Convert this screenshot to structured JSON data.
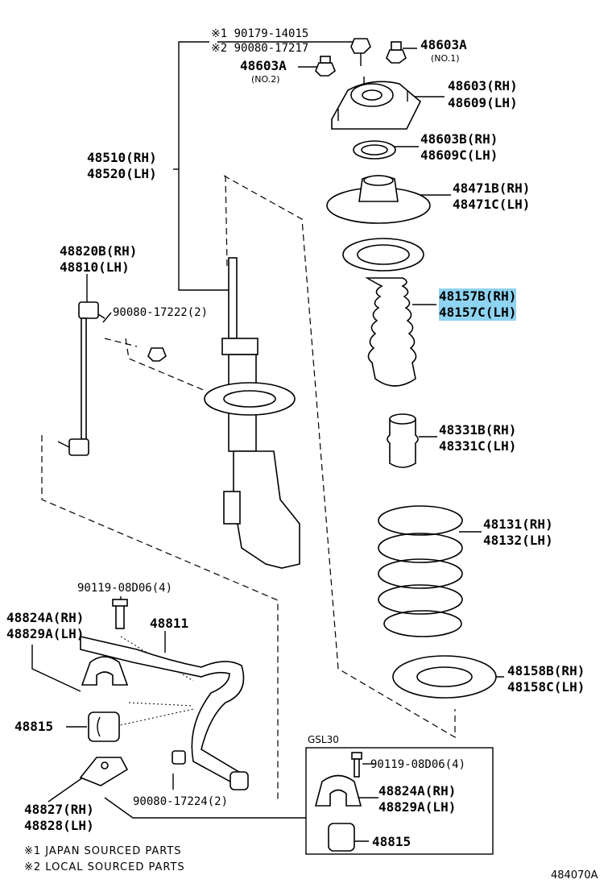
{
  "labels": {
    "nut_part_jp": "※1 90179-14015",
    "nut_part_local": "※2 90080-17217",
    "nut_603a_no1": "48603A",
    "nut_603a_no1_note": "(NO.1)",
    "nut_603a_no2": "48603A",
    "nut_603a_no2_note": "(NO.2)",
    "support_rh": "48603(RH)",
    "support_lh": "48609(LH)",
    "bearing_rh": "48603B(RH)",
    "bearing_lh": "48609C(LH)",
    "upper_seat_rh": "48471B(RH)",
    "upper_seat_lh": "48471C(LH)",
    "strut_rh": "48510(RH)",
    "strut_lh": "48520(LH)",
    "boot_rh": "48157B(RH)",
    "boot_lh": "48157C(LH)",
    "link_rh": "48820B(RH)",
    "link_lh": "48810(LH)",
    "link_nut": "90080-17222(2)",
    "bumper_rh": "48331B(RH)",
    "bumper_lh": "48331C(LH)",
    "spring_rh": "48131(RH)",
    "spring_lh": "48132(LH)",
    "bolt_left": "90119-08D06(4)",
    "stab_bar": "48811",
    "bracket_rh": "48824A(RH)",
    "bracket_lh": "48829A(LH)",
    "lower_insulator_rh": "48158B(RH)",
    "lower_insulator_lh": "48158C(LH)",
    "bushing_left": "48815",
    "gsl30": "GSL30",
    "bolt_box": "90119-08D06(4)",
    "bracket_box_rh": "48824A(RH)",
    "bracket_box_lh": "48829A(LH)",
    "bushing_box": "48815",
    "lower_bracket_rh": "48827(RH)",
    "lower_bracket_lh": "48828(LH)",
    "stab_nut": "90080-17224(2)",
    "note1": "※1 JAPAN SOURCED PARTS",
    "note2": "※2 LOCAL SOURCED PARTS",
    "figure_code": "484070A"
  }
}
